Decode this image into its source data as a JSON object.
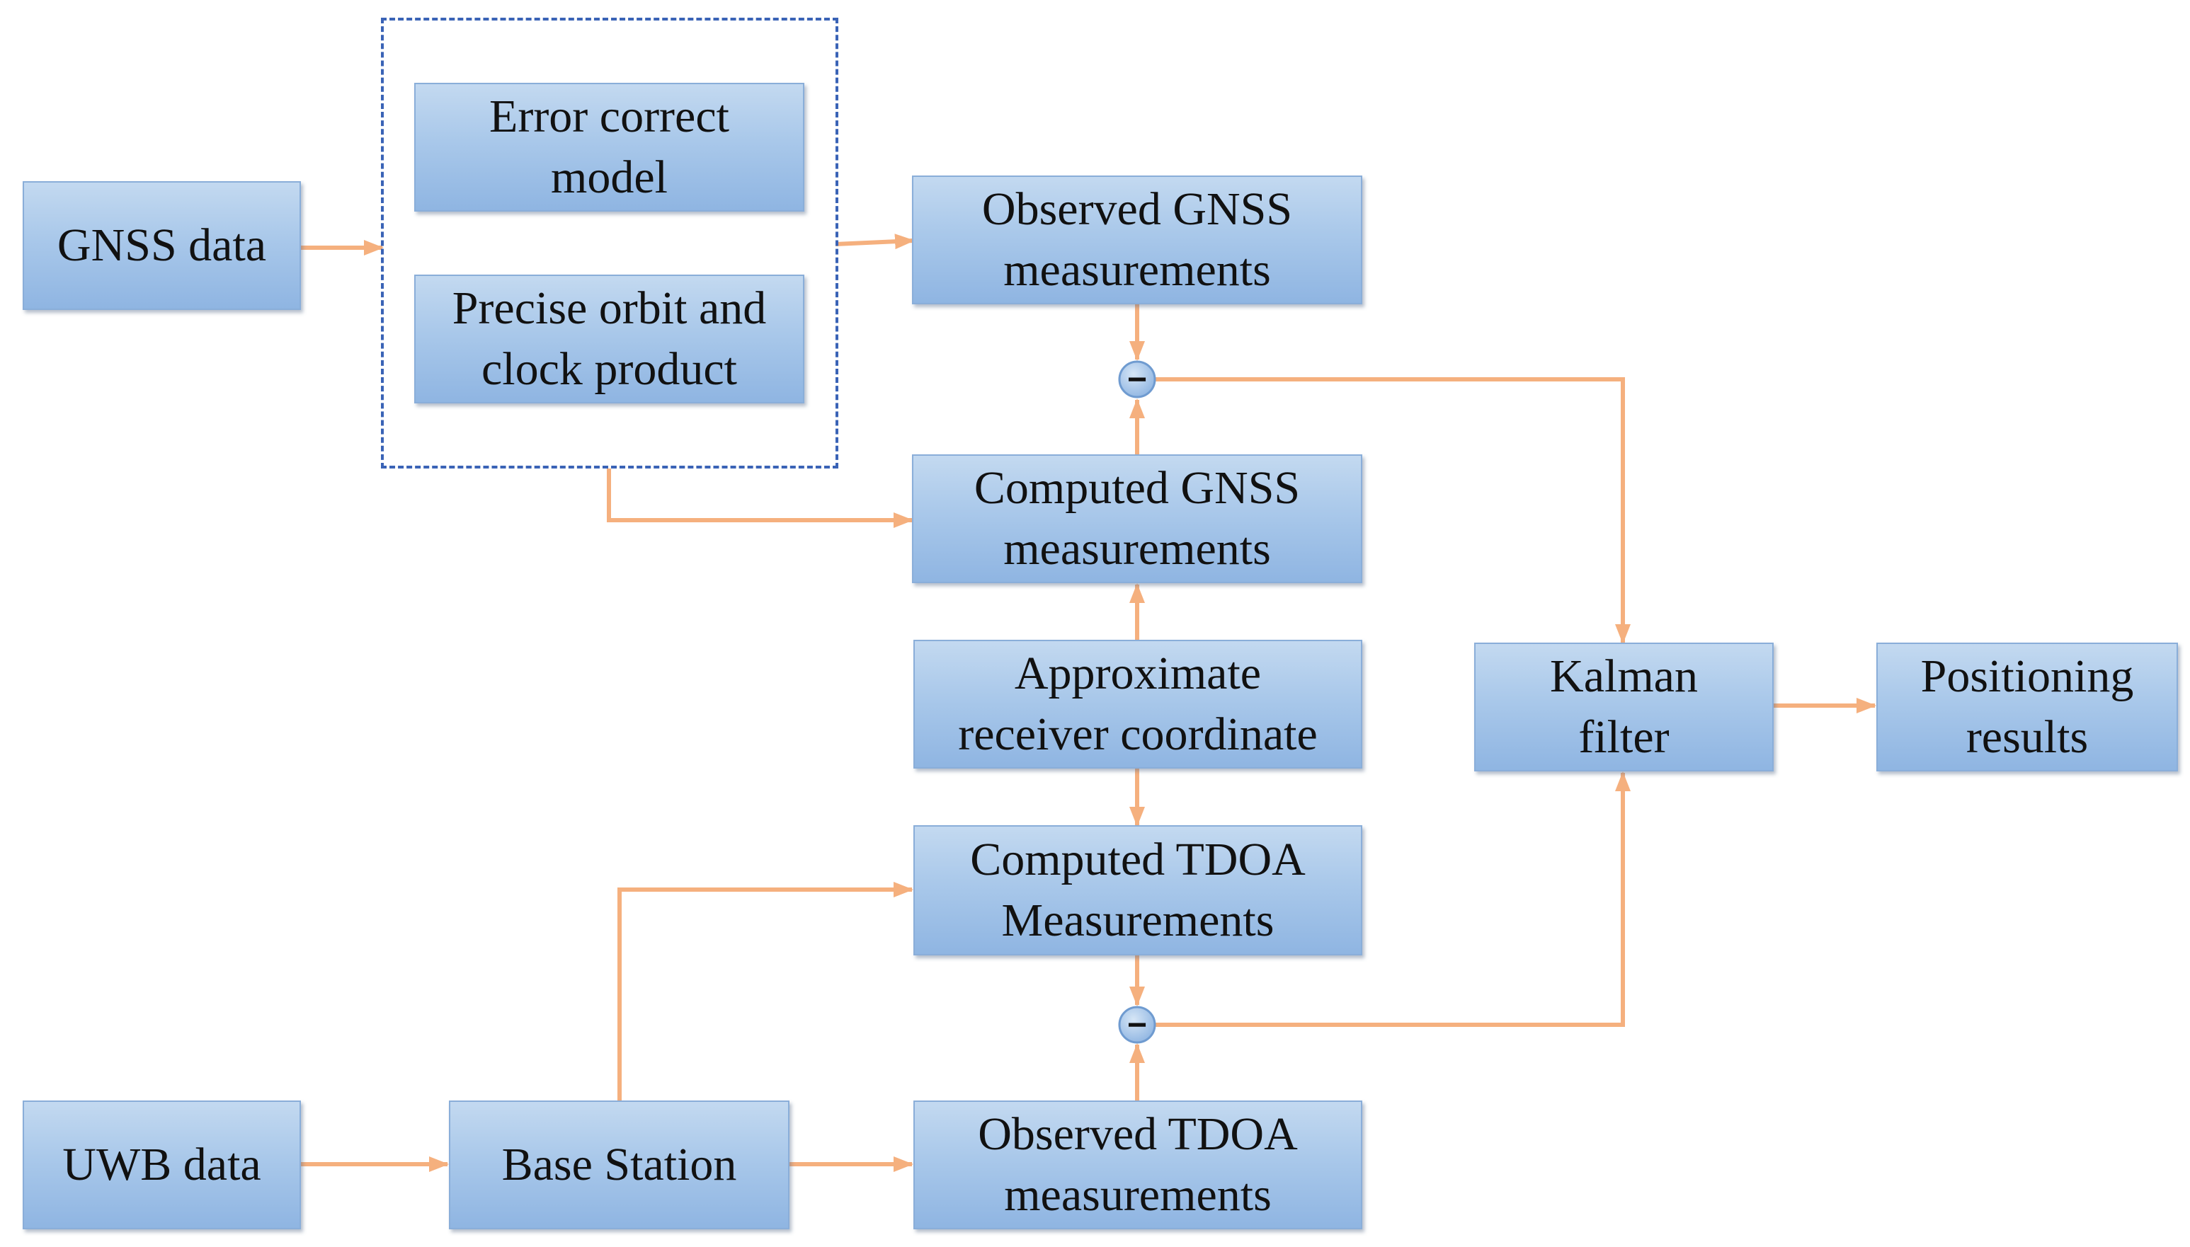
{
  "colors": {
    "arrow": "#f5b07e",
    "box_top": "#c3d9f0",
    "box_bottom": "#8fb5e2",
    "dashed": "#3a63b6"
  },
  "nodes": {
    "gnss_data": "GNSS data",
    "error_correct_model": "Error correct\nmodel",
    "precise_orbit_clock": "Precise orbit and\nclock product",
    "observed_gnss": "Observed GNSS\nmeasurements",
    "computed_gnss": "Computed GNSS\nmeasurements",
    "approx_receiver": "Approximate\nreceiver coordinate",
    "computed_tdoa": "Computed TDOA\nMeasurements",
    "kalman_filter": "Kalman\nfilter",
    "positioning_results": "Positioning\nresults",
    "uwb_data": "UWB data",
    "base_station": "Base Station",
    "observed_tdoa": "Observed TDOA\nmeasurements"
  },
  "operators": {
    "minus_gnss": "−",
    "minus_tdoa": "−"
  }
}
